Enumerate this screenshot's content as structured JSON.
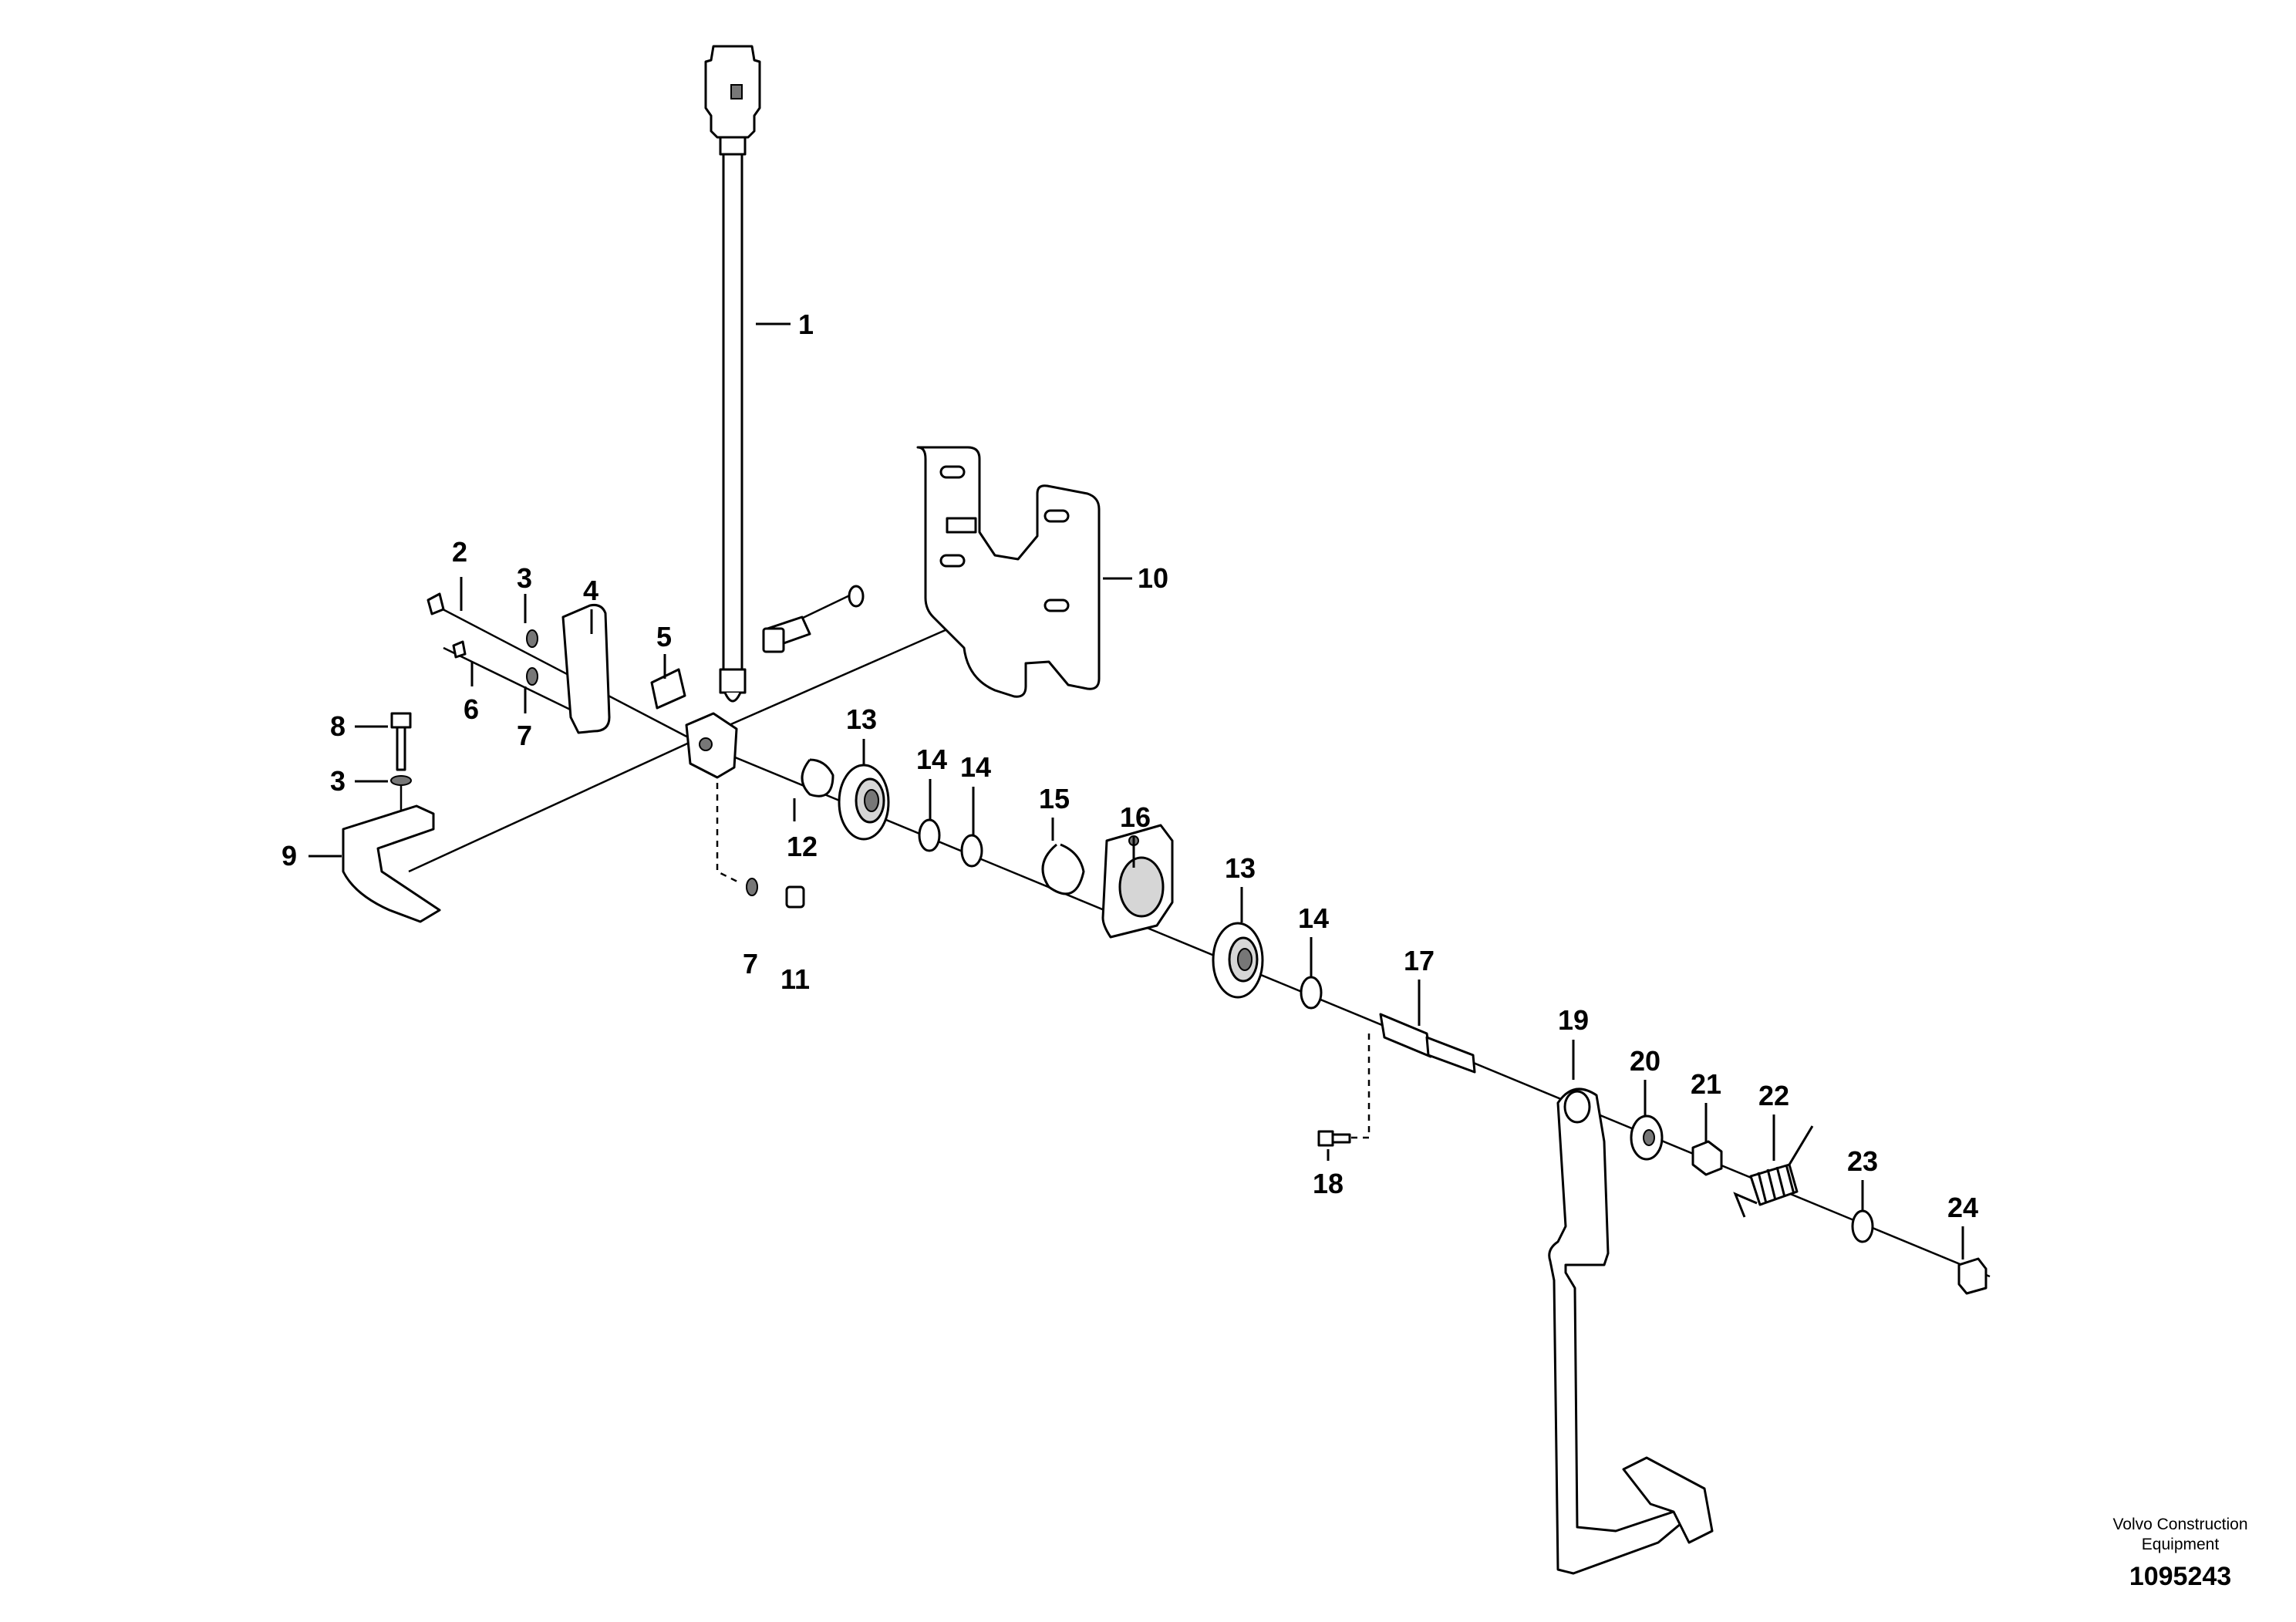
{
  "callouts": [
    "1",
    "2",
    "3",
    "4",
    "5",
    "6",
    "7",
    "8",
    "3",
    "9",
    "10",
    "11",
    "7",
    "12",
    "13",
    "14",
    "14",
    "15",
    "16",
    "13",
    "14",
    "17",
    "18",
    "19",
    "20",
    "21",
    "22",
    "23",
    "24"
  ],
  "footer": {
    "line1": "Volvo Construction",
    "line2": "Equipment",
    "number": "1095243"
  }
}
